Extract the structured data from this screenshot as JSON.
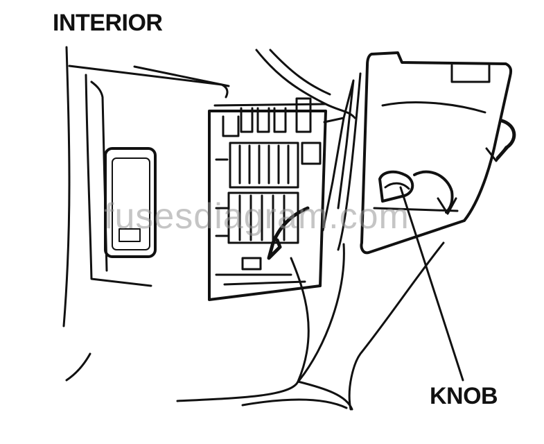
{
  "labels": {
    "title": "INTERIOR",
    "knob": "KNOB"
  },
  "watermark": "fusesdiagram.com",
  "colors": {
    "line": "#111111",
    "background": "#ffffff",
    "watermark": "#969696"
  }
}
